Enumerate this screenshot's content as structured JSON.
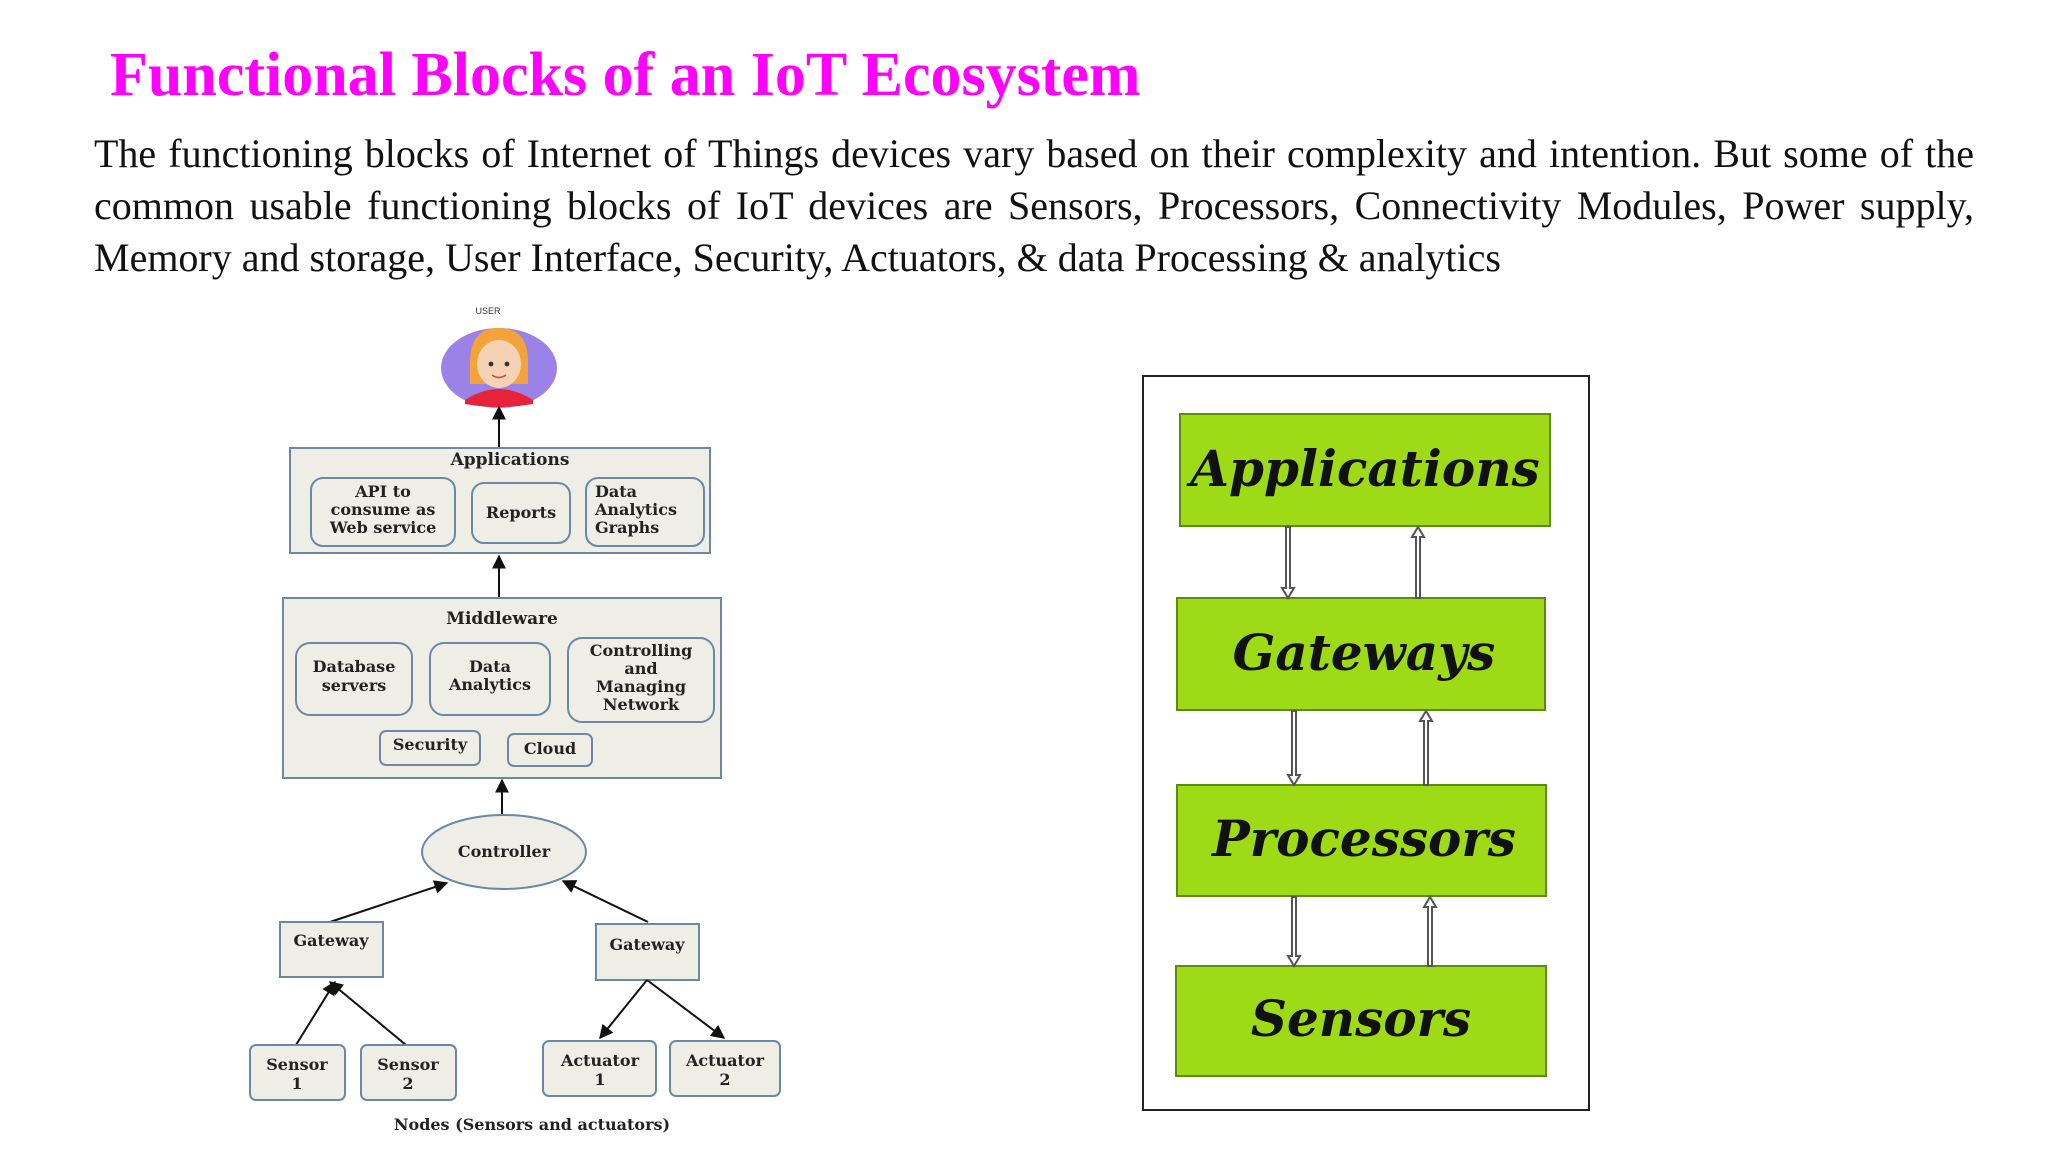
{
  "title": "Functional Blocks of an IoT Ecosystem",
  "intro": "The functioning blocks of Internet of Things devices vary based on their complexity and intention. But some of the common usable functioning blocks of IoT devices are Sensors, Processors, Connectivity Modules, Power supply, Memory and storage, User Interface, Security, Actuators, & data Processing & analytics",
  "left_diagram": {
    "user_label": "USER",
    "applications": {
      "title": "Applications",
      "items": [
        [
          "API to",
          "consume as",
          "Web service"
        ],
        [
          "Reports"
        ],
        [
          "Data",
          "Analytics",
          "Graphs"
        ]
      ]
    },
    "middleware": {
      "title": "Middleware",
      "items": [
        [
          "Database",
          "servers"
        ],
        [
          "Data",
          "Analytics"
        ],
        [
          "Controlling",
          "and",
          "Managing",
          "Network"
        ]
      ],
      "security": "Security",
      "cloud": "Cloud"
    },
    "controller": "Controller",
    "gateway_left": "Gateway",
    "gateway_right": "Gateway",
    "sensor1": [
      "Sensor",
      "1"
    ],
    "sensor2": [
      "Sensor",
      "2"
    ],
    "actuator1": [
      "Actuator",
      "1"
    ],
    "actuator2": [
      "Actuator",
      "2"
    ],
    "caption": "Nodes (Sensors and actuators)"
  },
  "right_diagram": {
    "layers": [
      "Applications",
      "Gateways",
      "Processors",
      "Sensors"
    ],
    "layer_color": "#9edb16",
    "layer_border": "#5f8a10"
  },
  "colors": {
    "title": "#ff00ff",
    "box_fill": "#eeede6",
    "box_border": "#6b88a8",
    "avatar_bg": "#9b82e6"
  }
}
